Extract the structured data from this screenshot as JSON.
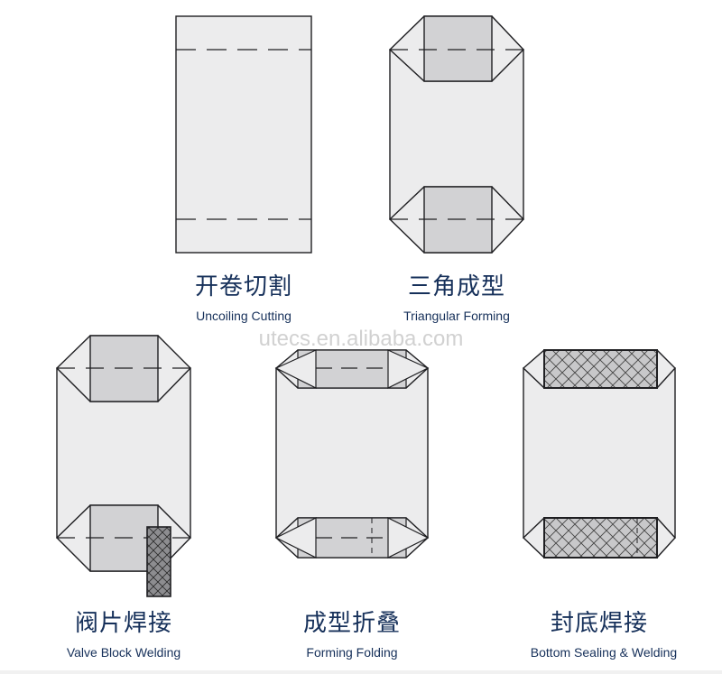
{
  "watermark": "utecs.en.alibaba.com",
  "steps": [
    {
      "zh": "开卷切割",
      "en": "Uncoiling Cutting"
    },
    {
      "zh": "三角成型",
      "en": "Triangular Forming"
    },
    {
      "zh": "阀片焊接",
      "en": "Valve Block Welding"
    },
    {
      "zh": "成型折叠",
      "en": "Forming Folding"
    },
    {
      "zh": "封底焊接",
      "en": "Bottom Sealing & Welding"
    }
  ],
  "colors": {
    "bag_fill": "#ececed",
    "gusset_fill": "#d2d2d4",
    "line": "#1f1f22",
    "valve_fill": "#8d8d90",
    "caption": "#16305a"
  }
}
